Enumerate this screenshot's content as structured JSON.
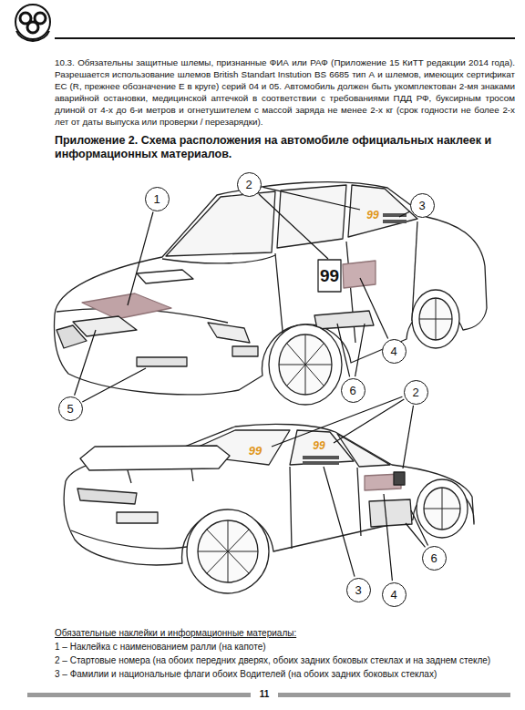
{
  "diagram": {
    "title": "Приложение 2. Схема расположения на автомобиле официальных наклеек и информационных материалов.",
    "nodes": [
      {
        "text": [
          "2"
        ]
      },
      {
        "text": [
          "1"
        ]
      },
      {
        "text": [
          "3"
        ]
      },
      {
        "text": [
          "4"
        ]
      },
      {
        "text": [
          "6"
        ]
      },
      {
        "text": [
          "5"
        ]
      },
      {
        "text": [
          "2"
        ]
      },
      {
        "text": [
          "6"
        ]
      },
      {
        "text": [
          "3"
        ]
      },
      {
        "text": [
          "4"
        ]
      }
    ],
    "labels": [
      "10.3. Обязательны защитные шлемы, признанные ФИА или РАФ (Приложение 15 КиТТ редакции 2014 года). Разрешается использование шлемов British Standart Instution BS 6685 тип А и шлемов, имеющих сертификат ЕС (R, прежнее обозначение Е в круге) серий 04 и 05. Автомобиль должен быть укомплектован 2-мя знаками аварийной остановки, медицинской аптечкой в соответствии с требованиями ПДД РФ, буксирным тросом длиной от 4-х до 6-и метров и огнетушителем с массой заряда не менее 2-х кг (срок годности не более 2-х лет от даты выпуска или проверки / перезарядки).",
      "99",
      "99",
      "99",
      "99",
      "Обязательные наклейки и информационные материалы:",
      "1 – Наклейка с наименованием ралли (на капоте)",
      "2 – Стартовые номера (на обоих передних дверях, обоих задних боковых стеклах и на заднем стекле)",
      "3 – Фамилии и национальные флаги обоих Водителей (на обоих задних боковых стеклах)",
      "11"
    ]
  }
}
